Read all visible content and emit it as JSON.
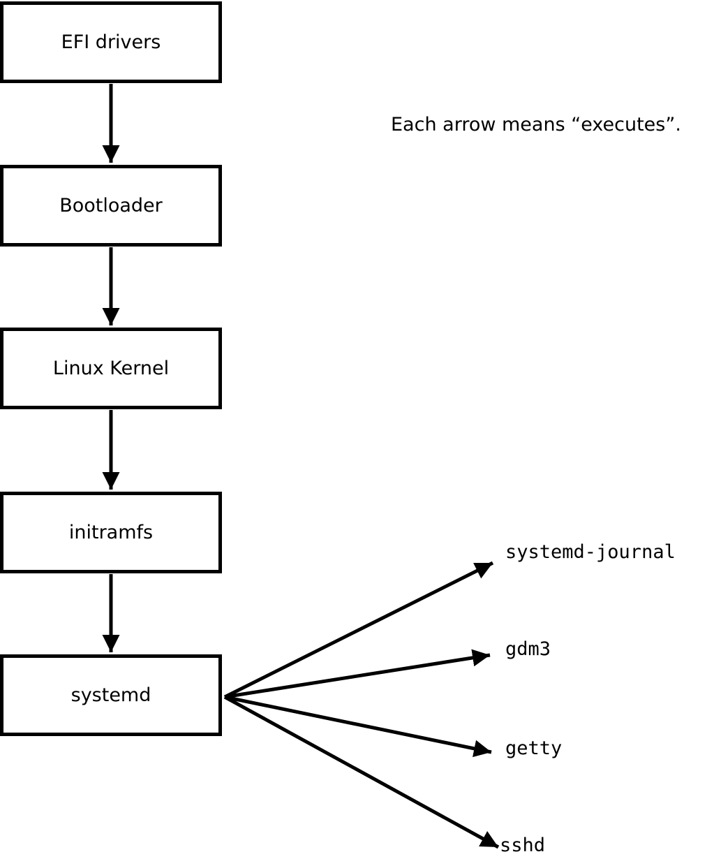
{
  "diagram": {
    "note": "Each arrow means “executes”.",
    "boot_chain": [
      {
        "label": "EFI drivers"
      },
      {
        "label": "Bootloader"
      },
      {
        "label": "Linux Kernel"
      },
      {
        "label": "initramfs"
      },
      {
        "label": "systemd"
      }
    ],
    "spawned_services": [
      {
        "label": "systemd-journal"
      },
      {
        "label": "gdm3"
      },
      {
        "label": "getty"
      },
      {
        "label": "sshd"
      }
    ],
    "colors": {
      "background": "#ffffff",
      "line": "#000000",
      "text": "#000000",
      "box_fill": "#ffffff"
    }
  }
}
